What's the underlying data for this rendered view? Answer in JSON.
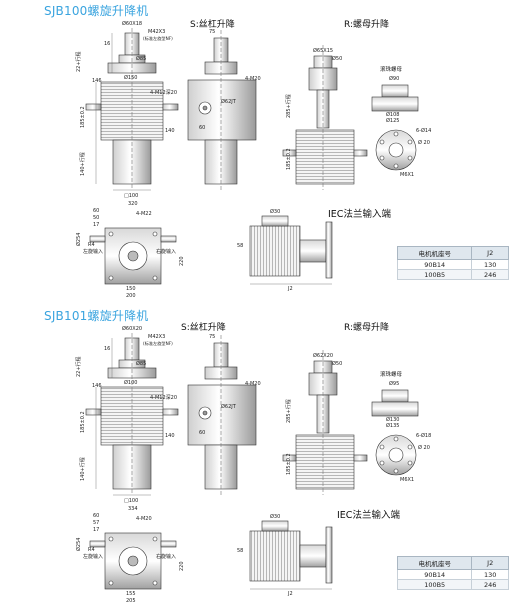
{
  "sections": [
    {
      "title": "SJB100螺旋升降机",
      "view_s": "S:丝杠升降",
      "view_r": "R:螺母升降",
      "iec": "IEC法兰输入端",
      "table": {
        "headers": [
          "电机机座号",
          "J2"
        ],
        "rows": [
          [
            "90B14",
            "130"
          ],
          [
            "100B5",
            "246"
          ]
        ]
      },
      "dims": {
        "a1": "Ø60X18",
        "a2": "M42X3",
        "a3": "(标准左旋型NF)",
        "a4": "16",
        "a5": "Ø85",
        "a6": "Ø150",
        "a7": "22+行程",
        "a8": "185±0.2",
        "a9": "146",
        "a10": "140",
        "a11": "140+行程",
        "a12": "□100",
        "b1": "75",
        "b2": "4-M20",
        "b3": "4-M12深20",
        "b4": "Ø62JT",
        "b5": "60",
        "c1": "Ø65X15",
        "c2": "Ø50",
        "c3": "285+行程",
        "c4": "185±0.2",
        "c5": "滚珠螺母",
        "c6": "Ø90",
        "c7": "Ø108",
        "c8": "Ø125",
        "c9": "6-Ø14",
        "c10": "Ø 20",
        "c11": "M6X1",
        "d1": "320",
        "d2": "4-M22",
        "d3": "Ø254",
        "d4": "60",
        "d5": "50",
        "d6": "17",
        "d7": "R4",
        "d8": "左旋输入",
        "d9": "右旋输入",
        "d10": "220",
        "d11": "150",
        "d12": "200",
        "d13": "J2",
        "d14": "Ø30",
        "d15": "58"
      }
    },
    {
      "title": "SJB101螺旋升降机",
      "view_s": "S:丝杠升降",
      "view_r": "R:螺母升降",
      "iec": "IEC法兰输入端",
      "table": {
        "headers": [
          "电机机座号",
          "J2"
        ],
        "rows": [
          [
            "90B14",
            "130"
          ],
          [
            "100B5",
            "246"
          ]
        ]
      },
      "dims": {
        "a1": "Ø60X20",
        "a2": "M42X3",
        "a3": "(标准左旋型NF)",
        "a4": "16",
        "a5": "Ø85",
        "a6": "Ø100",
        "a7": "22+行程",
        "a8": "185±0.2",
        "a9": "146",
        "a10": "140",
        "a11": "140+行程",
        "a12": "□100",
        "b1": "75",
        "b2": "4-M20",
        "b3": "4-M12深20",
        "b4": "Ø62JT",
        "b5": "60",
        "c1": "Ø62X20",
        "c2": "Ø50",
        "c3": "285+行程",
        "c4": "185±0.2",
        "c5": "滚珠螺母",
        "c6": "Ø95",
        "c7": "Ø130",
        "c8": "Ø135",
        "c9": "6-Ø18",
        "c10": "Ø 20",
        "c11": "M6X1",
        "d1": "334",
        "d2": "4-M20",
        "d3": "Ø254",
        "d4": "60",
        "d5": "57",
        "d6": "17",
        "d7": "R4",
        "d8": "左旋输入",
        "d9": "右旋输入",
        "d10": "220",
        "d11": "155",
        "d12": "205",
        "d13": "J2",
        "d14": "Ø30",
        "d15": "58"
      }
    }
  ]
}
